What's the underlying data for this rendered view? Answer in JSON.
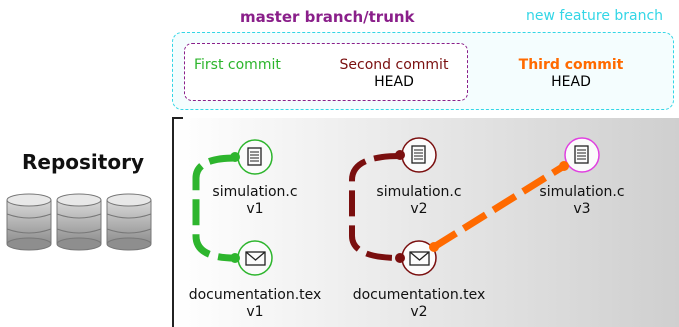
{
  "branches": {
    "master_title": "master branch/trunk",
    "feature_title": "new feature branch"
  },
  "commits": {
    "first": {
      "label": "First commit"
    },
    "second": {
      "label": "Second commit",
      "head": "HEAD"
    },
    "third": {
      "label": "Third commit",
      "head": "HEAD"
    }
  },
  "repository": {
    "title": "Repository"
  },
  "files": [
    {
      "name": "simulation.c",
      "version": "v1"
    },
    {
      "name": "documentation.tex",
      "version": "v1"
    },
    {
      "name": "simulation.c",
      "version": "v2"
    },
    {
      "name": "documentation.tex",
      "version": "v2"
    },
    {
      "name": "simulation.c",
      "version": "v3"
    }
  ],
  "colors": {
    "master_purple": "#8a1f8a",
    "feature_cyan": "#33d6e6",
    "green": "#2db52d",
    "dark_red": "#7a0f0f",
    "orange": "#ff6a00",
    "magenta": "#e040e0"
  }
}
